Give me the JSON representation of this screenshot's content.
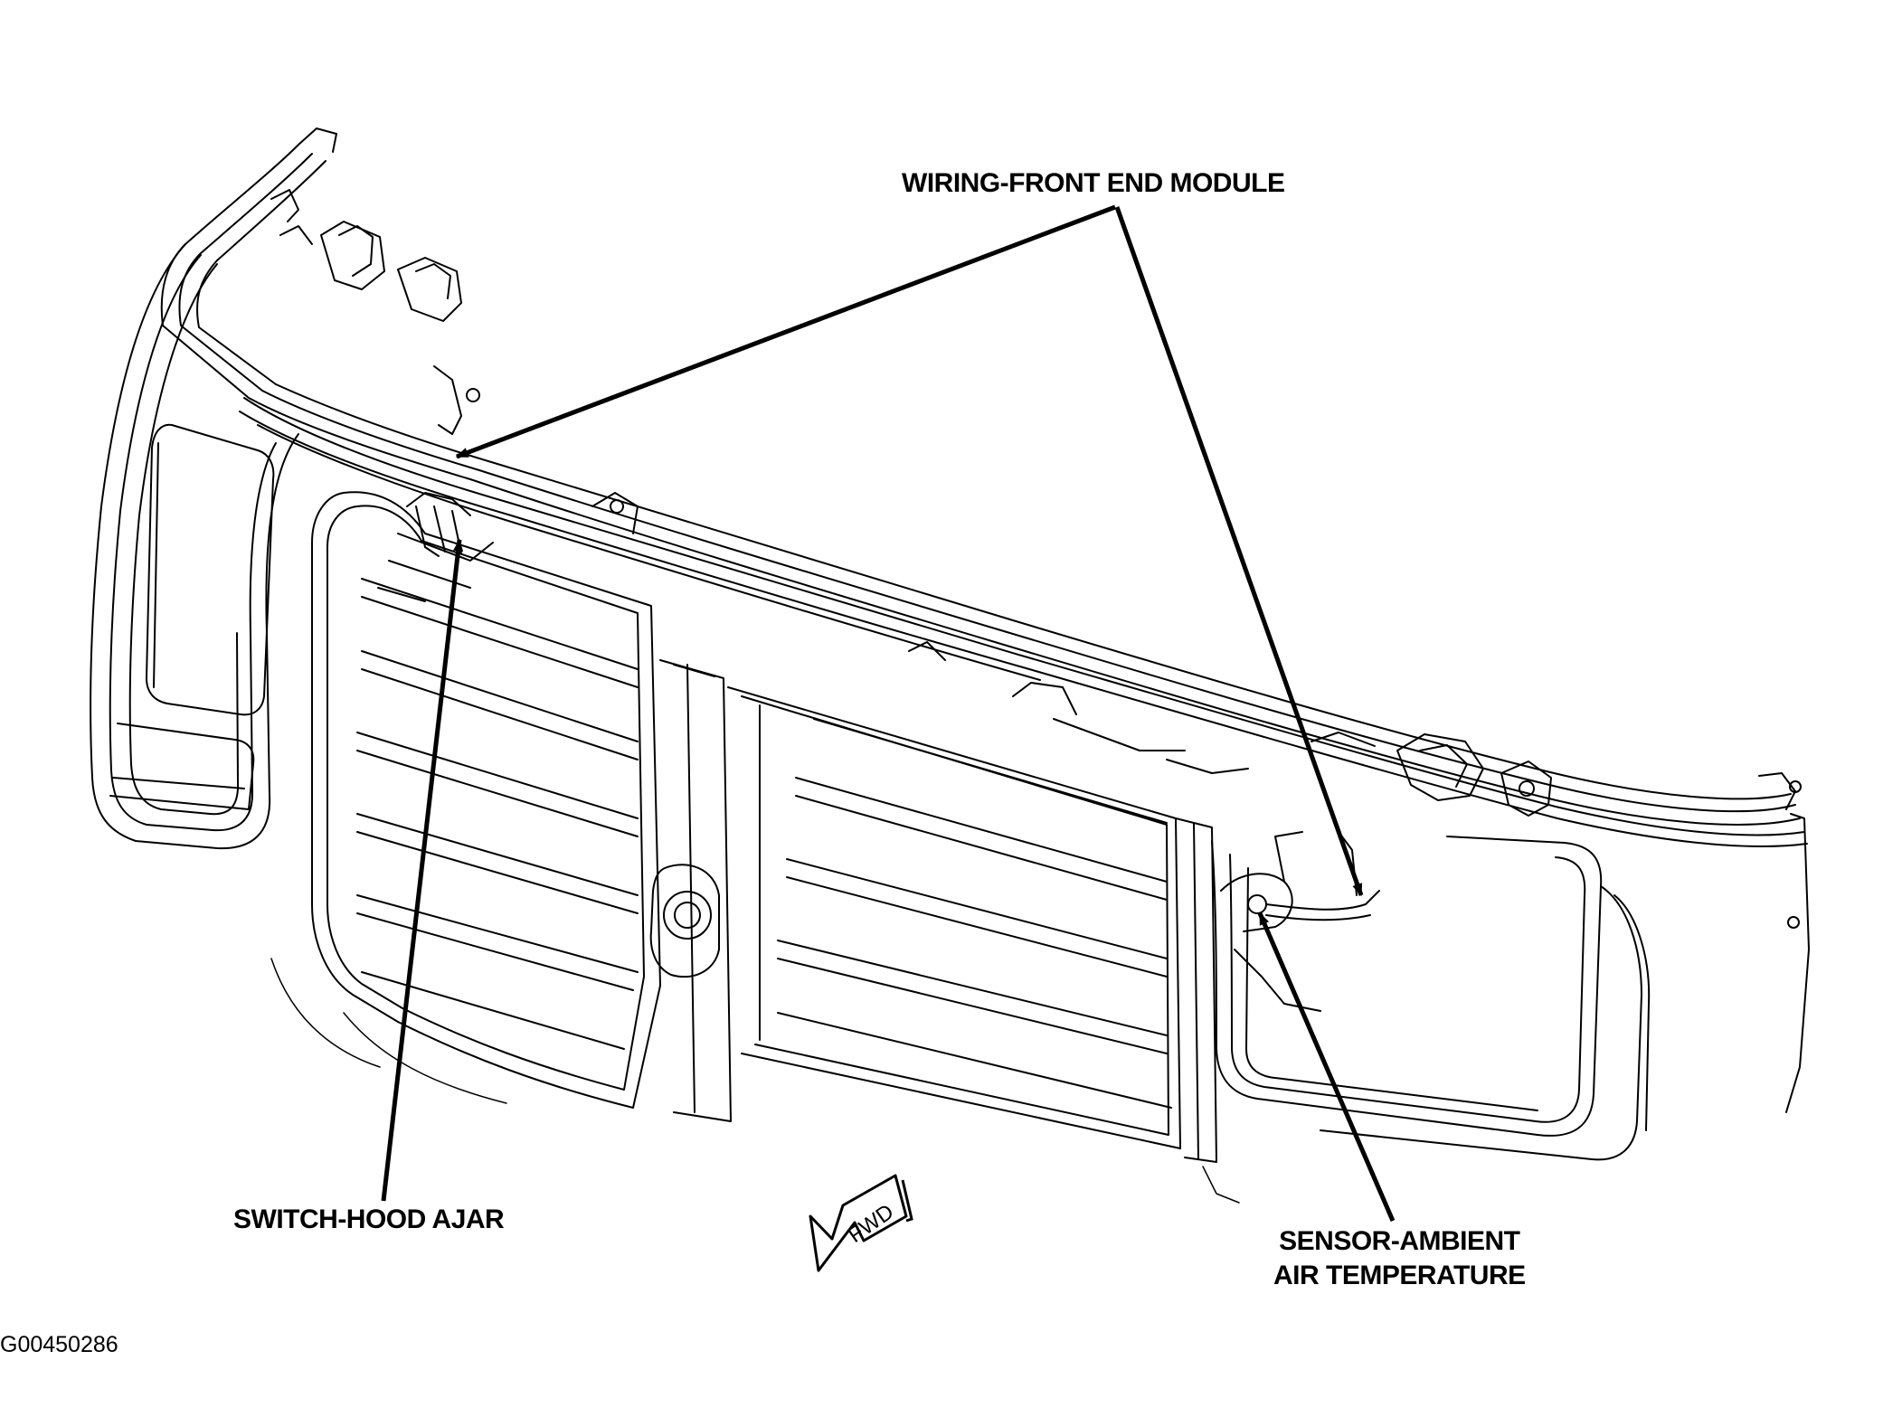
{
  "callouts": {
    "wiring": "WIRING-FRONT END MODULE",
    "switch": "SWITCH-HOOD AJAR",
    "sensor_line1": "SENSOR-AMBIENT",
    "sensor_line2": "AIR TEMPERATURE"
  },
  "direction_arrow": "FWD",
  "figure_id": "G00450286",
  "colors": {
    "ink": "#000000",
    "background": "#ffffff"
  }
}
